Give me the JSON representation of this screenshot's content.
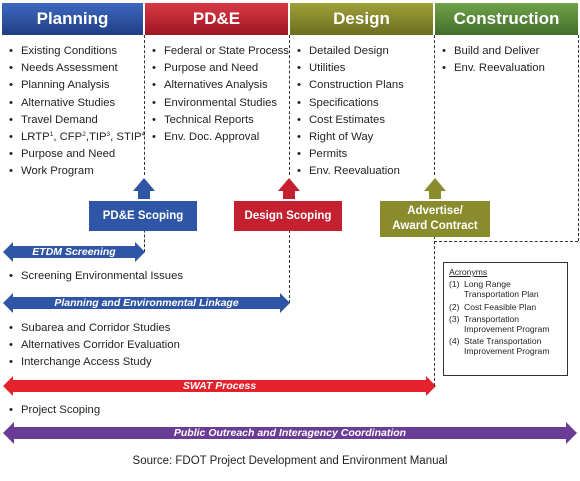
{
  "colors": {
    "planning": "#2f56a6",
    "pde": "#c4202f",
    "design": "#8a8b2c",
    "construction": "#5a8a3c",
    "swat": "#e3222b",
    "outreach": "#6b3c96"
  },
  "headers": {
    "planning": "Planning",
    "pde": "PD&E",
    "design": "Design",
    "construction": "Construction"
  },
  "planning_items": [
    "Existing Conditions",
    "Needs Assessment",
    "Planning Analysis",
    "Alternative Studies",
    "Travel Demand"
  ],
  "planning_lrtp": {
    "lrtp": "LRTP",
    "s1": "1",
    "cfp": ", CFP",
    "s2": "2",
    "tip": ",TIP",
    "s3": "3",
    "stip": ", STIP",
    "s4": "4"
  },
  "planning_items_2": [
    "Purpose and Need",
    "Work Program"
  ],
  "pde_items": [
    "Federal or State Process",
    "Purpose and Need",
    "Alternatives Analysis",
    "Environmental Studies",
    "Technical Reports",
    "Env. Doc. Approval"
  ],
  "design_items": [
    "Detailed Design",
    "Utilities",
    "Construction Plans",
    "Specifications",
    "Cost Estimates",
    "Right of Way",
    "Permits",
    "Env. Reevaluation"
  ],
  "construction_items": [
    "Build and Deliver",
    "Env. Reevaluation"
  ],
  "milestones": {
    "pde_scoping": "PD&E Scoping",
    "design_scoping": "Design Scoping",
    "advertise_1": "Advertise/",
    "advertise_2": "Award Contract"
  },
  "lanes": {
    "etdm": "ETDM Screening",
    "etdm_items": [
      "Screening Environmental Issues"
    ],
    "pel": "Planning and Environmental Linkage",
    "pel_items": [
      "Subarea and Corridor Studies",
      "Alternatives Corridor Evaluation",
      "Interchange Access Study"
    ],
    "swat": "SWAT Process",
    "swat_items": [
      "Project Scoping"
    ],
    "outreach": "Public Outreach and Interagency Coordination"
  },
  "acronyms": {
    "title": "Acronyms",
    "items": [
      {
        "n": "(1)",
        "l1": "Long Range",
        "l2": "Transportation Plan"
      },
      {
        "n": "(2)",
        "l1": "Cost Feasible Plan",
        "l2": ""
      },
      {
        "n": "(3)",
        "l1": "Transportation",
        "l2": "Improvement Program"
      },
      {
        "n": "(4)",
        "l1": "State Transportation",
        "l2": "Improvement Program"
      }
    ]
  },
  "source": "Source: FDOT Project Development and Environment Manual"
}
